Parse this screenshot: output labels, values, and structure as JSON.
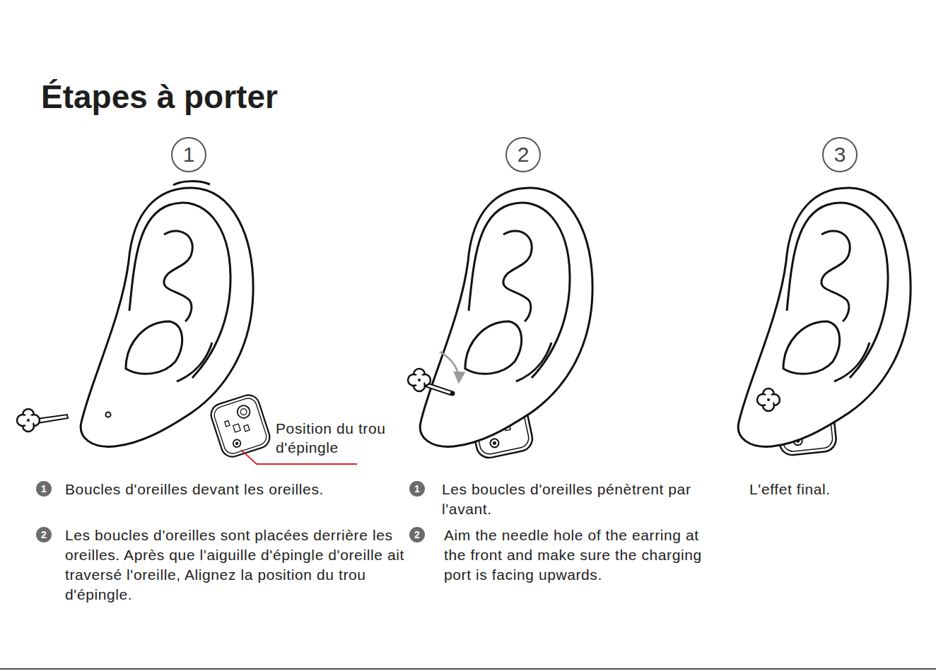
{
  "diagram": {
    "title": "Étapes à porter",
    "nodes": [
      {
        "text": [
          "1"
        ]
      },
      {
        "text": [
          "2"
        ]
      },
      {
        "text": [
          "3"
        ]
      },
      {
        "text": [
          "1"
        ]
      },
      {
        "text": [
          "2"
        ]
      },
      {
        "text": [
          "1"
        ]
      },
      {
        "text": [
          "2"
        ]
      }
    ],
    "labels": [
      "Position du trou d'épingle",
      "Boucles d'oreilles devant les oreilles.",
      "Les boucles d'oreilles sont placées derrière les oreilles. Après que l'aiguille d'épingle d'oreille ait traversé l'oreille, Alignez la position du trou d'épingle.",
      "Les boucles d'oreilles pénètrent par l'avant.",
      "Aim the needle hole of the earring at the front and make sure the charging port is facing upwards.",
      "L'effet final."
    ]
  }
}
